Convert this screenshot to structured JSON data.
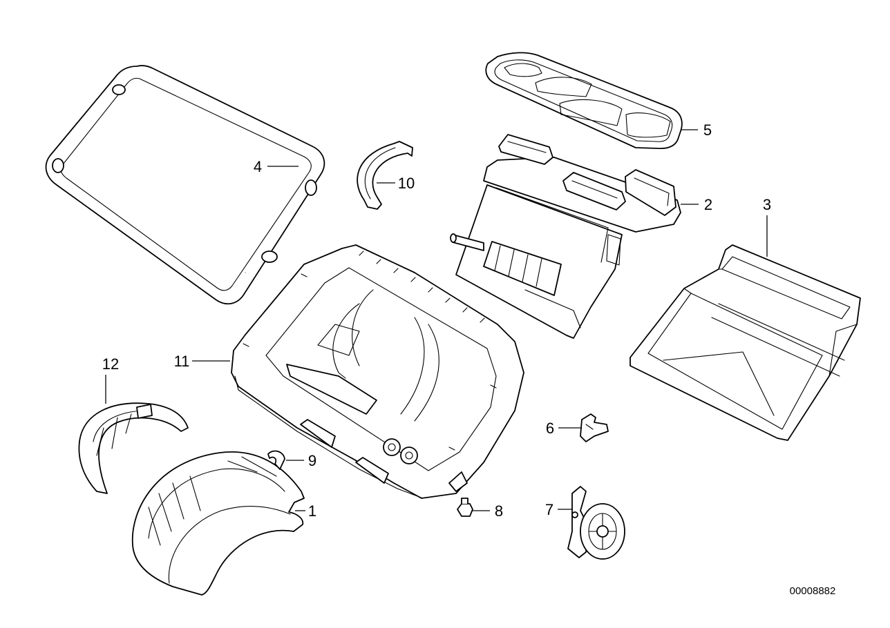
{
  "callouts": {
    "part_1": "1",
    "part_2": "2",
    "part_3": "3",
    "part_4": "4",
    "part_5": "5",
    "part_6": "6",
    "part_7": "7",
    "part_8": "8",
    "part_9": "9",
    "part_10": "10",
    "part_11": "11",
    "part_12": "12"
  },
  "diagram_id": "00008882"
}
